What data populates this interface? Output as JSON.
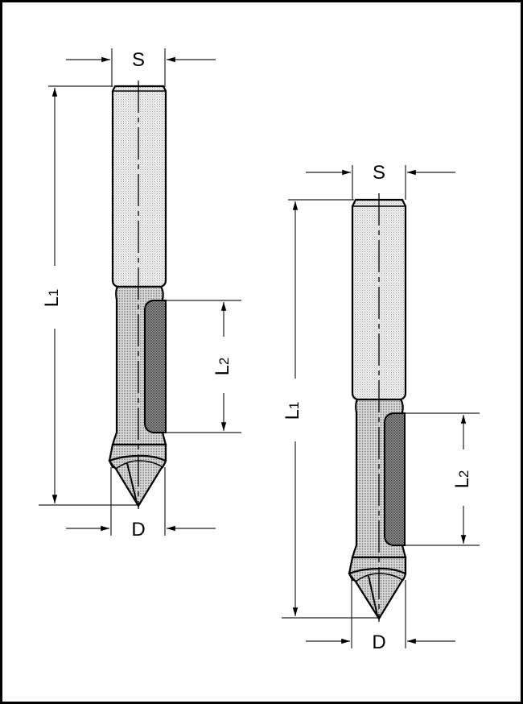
{
  "diagram": {
    "title": "Router bit dimension drawing",
    "colors": {
      "border": "#000000",
      "shank_fill": "#e2e2e2",
      "body_fill": "#c8c8c8",
      "flute_fill": "#8a8a8a",
      "line": "#000000"
    },
    "tools": [
      {
        "id": "tool-left",
        "labels": {
          "shank": "S",
          "overall_length_main": "L",
          "overall_length_sub": "1",
          "cutting_length_main": "L",
          "cutting_length_sub": "2",
          "diameter": "D"
        }
      },
      {
        "id": "tool-right",
        "labels": {
          "shank": "S",
          "overall_length_main": "L",
          "overall_length_sub": "1",
          "cutting_length_main": "L",
          "cutting_length_sub": "2",
          "diameter": "D"
        }
      }
    ]
  }
}
